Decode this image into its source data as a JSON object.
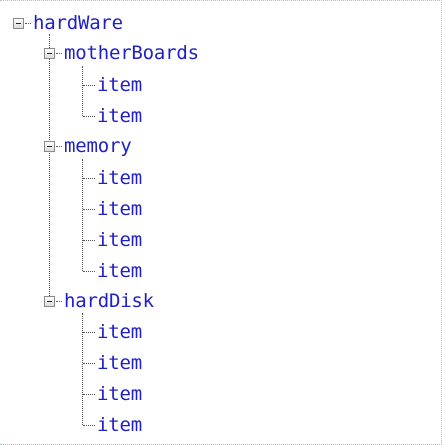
{
  "tree": {
    "root": {
      "label": "hardWare"
    },
    "children": [
      {
        "label": "motherBoards",
        "items": [
          "item",
          "item"
        ]
      },
      {
        "label": "memory",
        "items": [
          "item",
          "item",
          "item",
          "item"
        ]
      },
      {
        "label": "hardDisk",
        "items": [
          "item",
          "item",
          "item",
          "item"
        ]
      }
    ]
  }
}
